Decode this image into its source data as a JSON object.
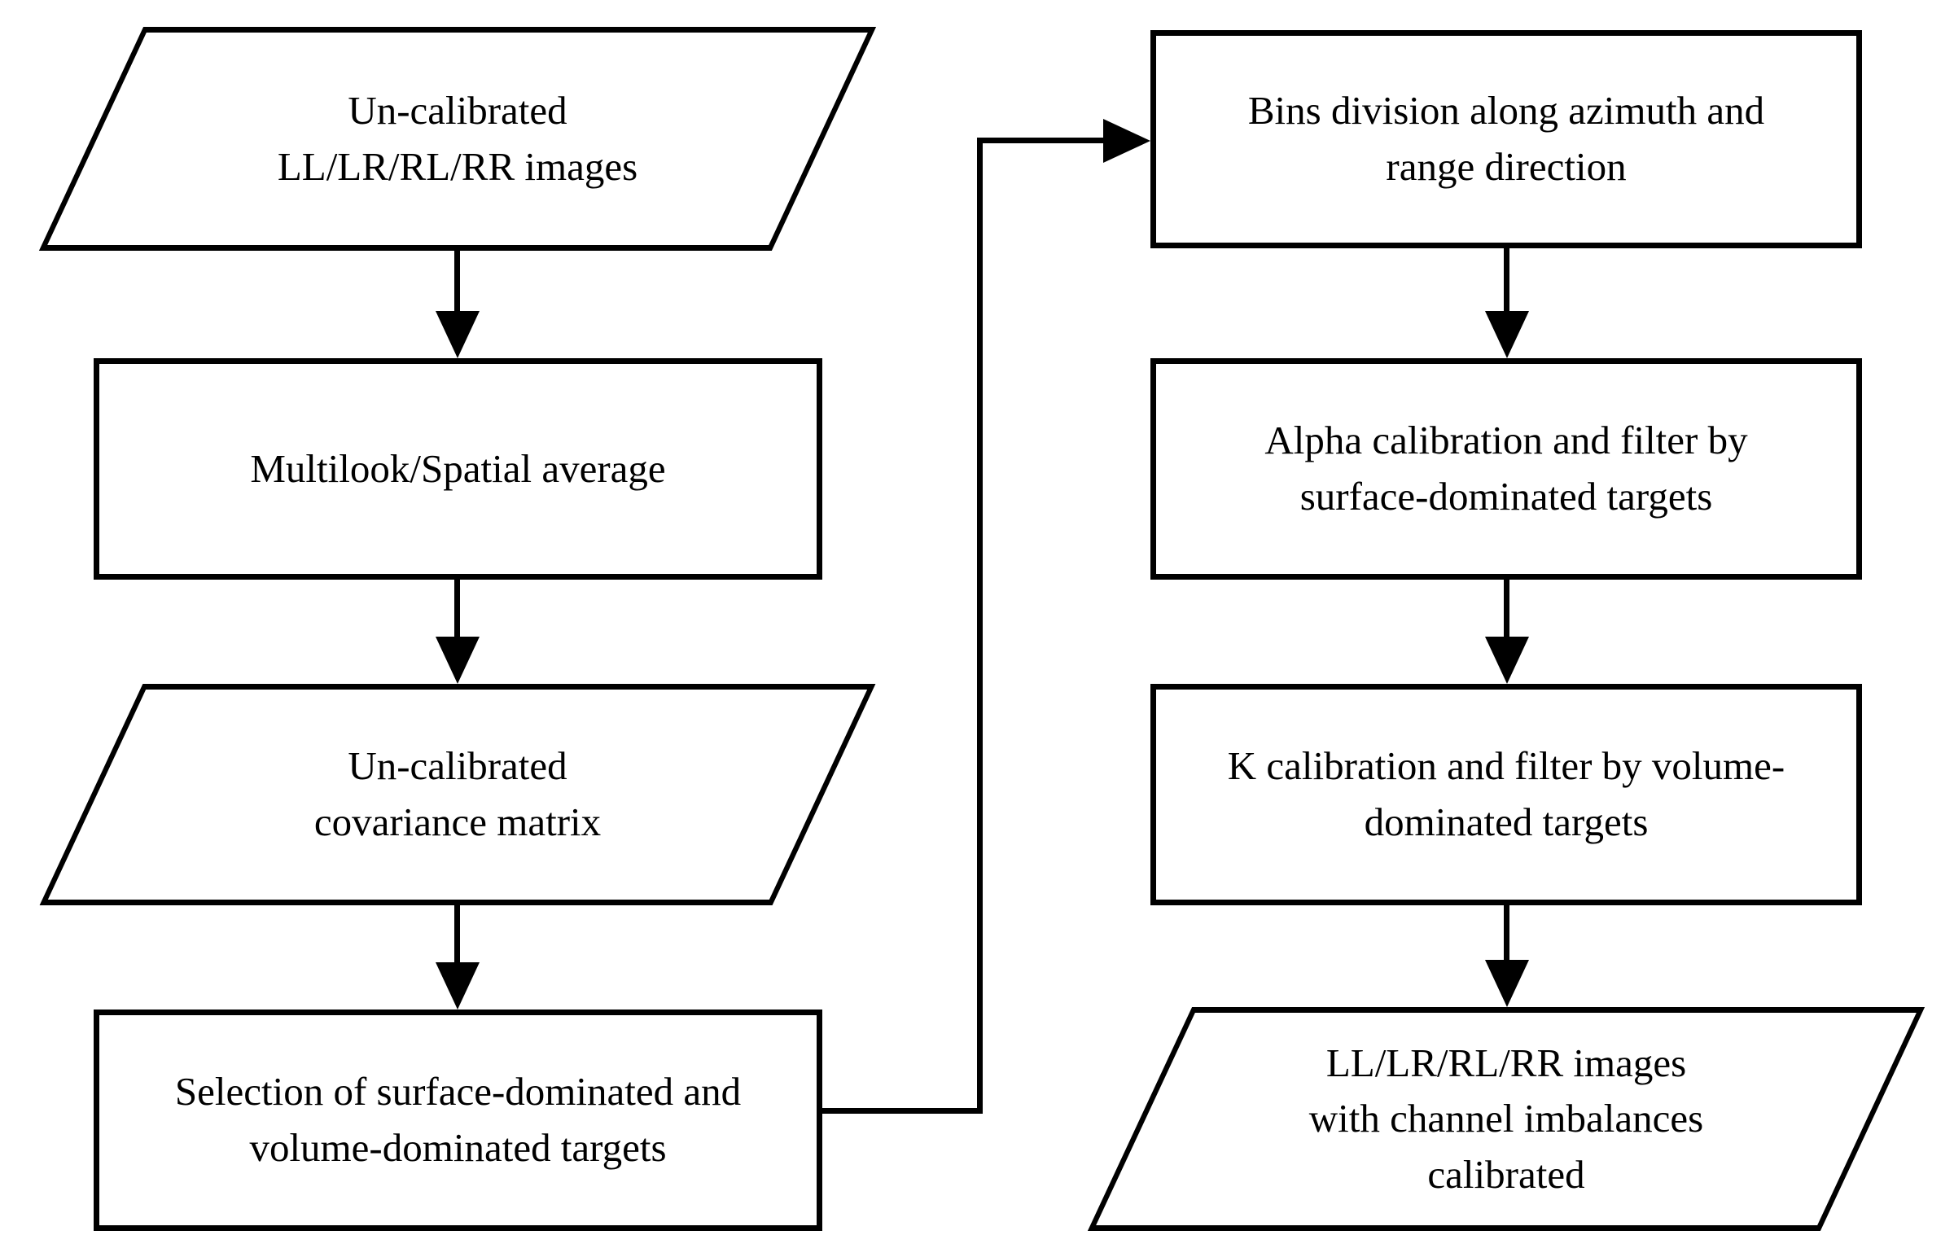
{
  "diagram": {
    "type": "flowchart",
    "background_color": "#ffffff",
    "stroke_color": "#000000",
    "nodes": [
      {
        "id": "uncalibrated-images",
        "shape": "parallelogram",
        "column": "left",
        "row": 1,
        "lines": [
          "Un-calibrated",
          "LL/LR/RL/RR images"
        ]
      },
      {
        "id": "multilook",
        "shape": "rectangle",
        "column": "left",
        "row": 2,
        "lines": [
          "Multilook/Spatial average"
        ]
      },
      {
        "id": "uncalibrated-covariance",
        "shape": "parallelogram",
        "column": "left",
        "row": 3,
        "lines": [
          "Un-calibrated",
          "covariance matrix"
        ]
      },
      {
        "id": "selection-targets",
        "shape": "rectangle",
        "column": "left",
        "row": 4,
        "lines": [
          "Selection of surface-dominated and",
          "volume-dominated targets"
        ]
      },
      {
        "id": "bins-division",
        "shape": "rectangle",
        "column": "right",
        "row": 1,
        "lines": [
          "Bins division along azimuth and",
          "range direction"
        ]
      },
      {
        "id": "alpha-calibration",
        "shape": "rectangle",
        "column": "right",
        "row": 2,
        "lines": [
          "Alpha calibration and filter by",
          "surface-dominated targets"
        ]
      },
      {
        "id": "k-calibration",
        "shape": "rectangle",
        "column": "right",
        "row": 3,
        "lines": [
          "K calibration and filter by volume-",
          "dominated targets"
        ]
      },
      {
        "id": "calibrated-images",
        "shape": "parallelogram",
        "column": "right",
        "row": 4,
        "lines": [
          "LL/LR/RL/RR images",
          "with channel imbalances",
          "calibrated"
        ]
      }
    ],
    "edges": [
      {
        "from": "uncalibrated-images",
        "to": "multilook",
        "style": "straight-down"
      },
      {
        "from": "multilook",
        "to": "uncalibrated-covariance",
        "style": "straight-down"
      },
      {
        "from": "uncalibrated-covariance",
        "to": "selection-targets",
        "style": "straight-down"
      },
      {
        "from": "selection-targets",
        "to": "bins-division",
        "style": "right-up-right elbow"
      },
      {
        "from": "bins-division",
        "to": "alpha-calibration",
        "style": "straight-down"
      },
      {
        "from": "alpha-calibration",
        "to": "k-calibration",
        "style": "straight-down"
      },
      {
        "from": "k-calibration",
        "to": "calibrated-images",
        "style": "straight-down"
      }
    ]
  }
}
